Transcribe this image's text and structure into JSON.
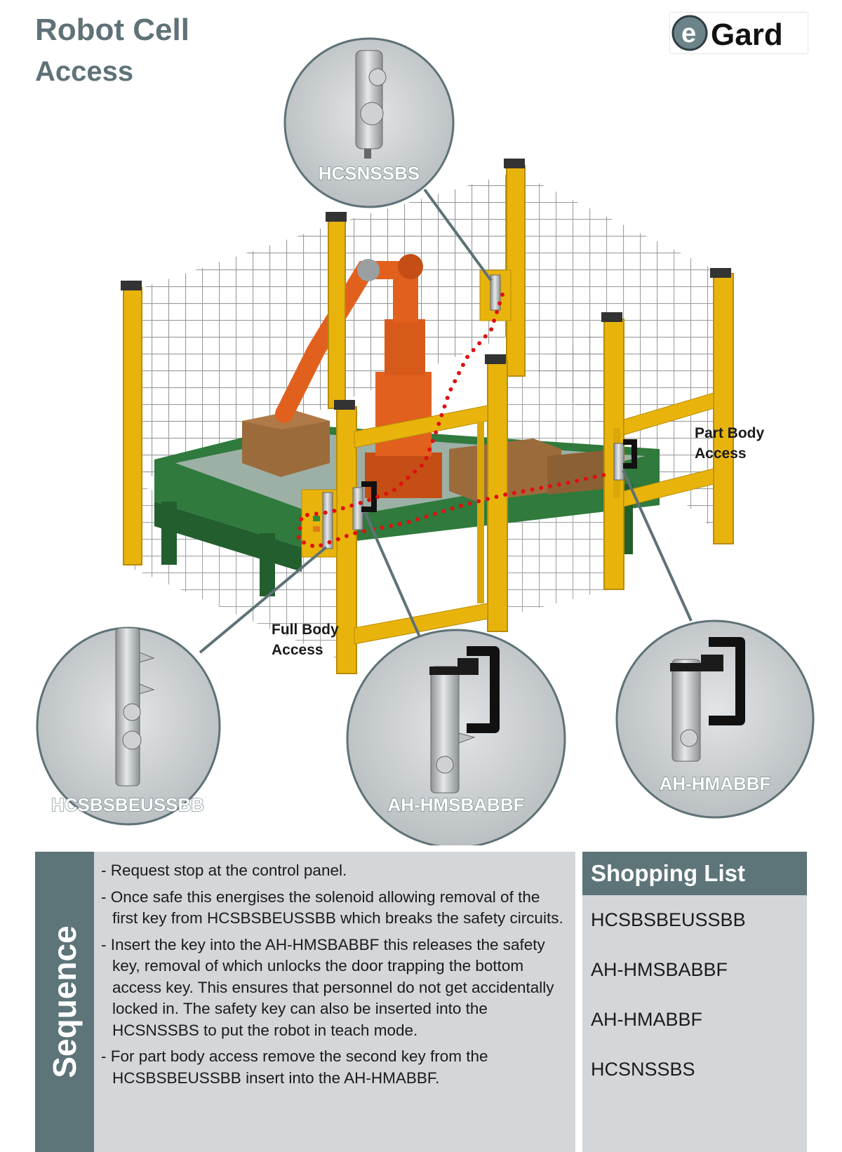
{
  "header": {
    "title": "Robot Cell",
    "subtitle": "Access",
    "logo_text": "eGard"
  },
  "callouts": {
    "top": "HCSNSSBS",
    "bottom_left": "HCSBSBEUSSBB",
    "bottom_center": "AH-HMSBABBF",
    "bottom_right": "AH-HMABBF"
  },
  "access_labels": {
    "full_1": "Full Body",
    "full_2": "Access",
    "part_1": "Part Body",
    "part_2": "Access"
  },
  "sequence": {
    "title": "Sequence",
    "steps": [
      "Request stop at the control panel.",
      "Once safe this energises the solenoid allowing removal of the first key from HCSBSBEUSSBB which breaks the safety circuits.",
      "Insert the key into the AH-HMSBABBF this releases the safety key, removal of which unlocks the door trapping the bottom access key. This ensures that personnel do not get accidentally locked in. The safety key can also be inserted into the HCSNSSBS to put the robot in teach mode.",
      "For part body access remove the second key from the HCSBSBEUSSBB insert into the AH-HMABBF."
    ]
  },
  "shopping_list": {
    "title": "Shopping List",
    "items": [
      "HCSBSBEUSSBB",
      "AH-HMSBABBF",
      "AH-HMABBF",
      "HCSNSSBS"
    ]
  },
  "colors": {
    "header_text": "#5e7277",
    "panel_dark": "#5d7479",
    "panel_light": "#d3d7d9",
    "post_yellow": "#e8b40c",
    "robot_orange": "#e2601e",
    "conveyor_green": "#2f7a3c",
    "bubble_grey": "#bfc3c5",
    "dotted_red": "#e01010"
  }
}
